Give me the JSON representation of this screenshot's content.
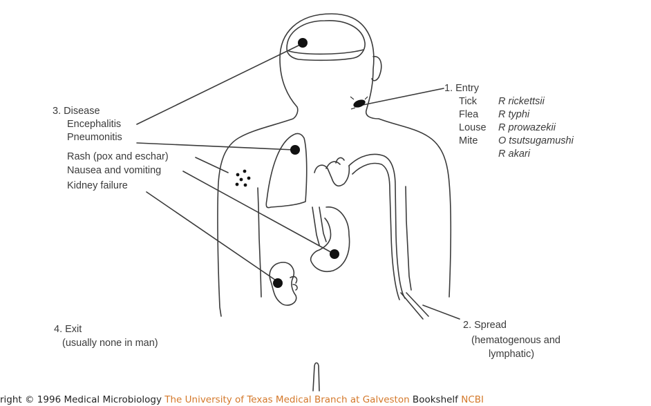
{
  "diagram": {
    "colors": {
      "stroke": "#3a3a3a",
      "text": "#3a3a3a",
      "link": "#d4782a"
    },
    "entry": {
      "title": "1. Entry",
      "vectors": [
        {
          "vector": "Tick",
          "organism": "R rickettsii"
        },
        {
          "vector": "Flea",
          "organism": "R typhi"
        },
        {
          "vector": "Louse",
          "organism": "R prowazekii"
        },
        {
          "vector": "Mite",
          "organism": "O tsutsugamushi"
        },
        {
          "vector": "",
          "organism": "R akari"
        }
      ]
    },
    "spread": {
      "title": "2. Spread",
      "line1": "(hematogenous and",
      "line2": "lymphatic)"
    },
    "disease": {
      "title": "3. Disease",
      "items": [
        "Encephalitis",
        "Pneumonitis",
        "Rash (pox and eschar)",
        "Nausea and vomiting",
        "Kidney failure"
      ]
    },
    "exit": {
      "title": "4. Exit",
      "note": "(usually none in man)"
    },
    "caption": {
      "prefix": "right © 1996 Medical Microbiology ",
      "link1": "The University of Texas Medical Branch at Galveston",
      "middle": " Bookshelf ",
      "link2": "NCBI"
    }
  }
}
